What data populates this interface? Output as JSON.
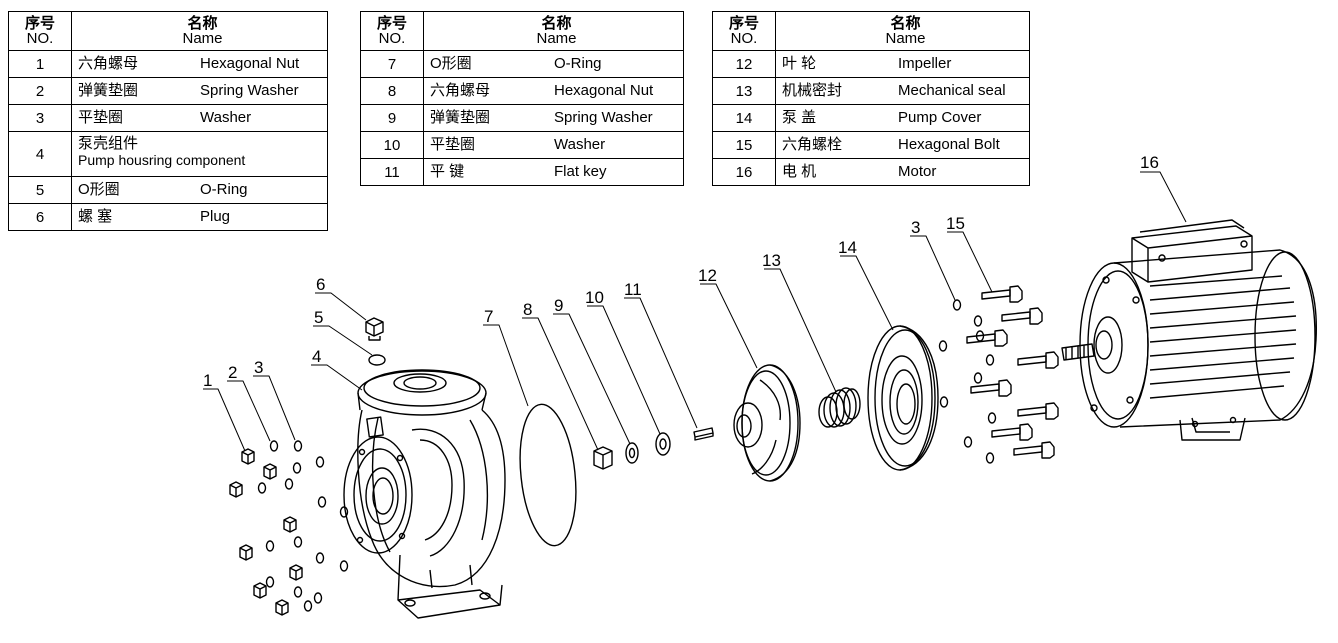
{
  "header": {
    "no_zh": "序号",
    "no_en": "NO.",
    "name_zh": "名称",
    "name_en": "Name"
  },
  "tables": [
    {
      "rows": [
        {
          "no": "1",
          "zh": "六角螺母",
          "en": "Hexagonal Nut"
        },
        {
          "no": "2",
          "zh": "弹簧垫圈",
          "en": "Spring Washer"
        },
        {
          "no": "3",
          "zh": "平垫圈",
          "en": "Washer"
        },
        {
          "no": "4",
          "zh": "泵壳组件",
          "en": "Pump housring component"
        },
        {
          "no": "5",
          "zh": "O形圈",
          "en": "O-Ring"
        },
        {
          "no": "6",
          "zh": "螺 塞",
          "en": "Plug"
        }
      ]
    },
    {
      "rows": [
        {
          "no": "7",
          "zh": "O形圈",
          "en": "O-Ring"
        },
        {
          "no": "8",
          "zh": "六角螺母",
          "en": "Hexagonal Nut"
        },
        {
          "no": "9",
          "zh": "弹簧垫圈",
          "en": "Spring Washer"
        },
        {
          "no": "10",
          "zh": "平垫圈",
          "en": "Washer"
        },
        {
          "no": "11",
          "zh": "平 键",
          "en": "Flat key"
        }
      ]
    },
    {
      "rows": [
        {
          "no": "12",
          "zh": "叶 轮",
          "en": "Impeller"
        },
        {
          "no": "13",
          "zh": "机械密封",
          "en": "Mechanical seal"
        },
        {
          "no": "14",
          "zh": "泵 盖",
          "en": "Pump Cover"
        },
        {
          "no": "15",
          "zh": "六角螺栓",
          "en": "Hexagonal Bolt"
        },
        {
          "no": "16",
          "zh": "电 机",
          "en": "Motor"
        }
      ]
    }
  ],
  "callouts": [
    "1",
    "2",
    "3",
    "4",
    "5",
    "6",
    "7",
    "8",
    "9",
    "10",
    "11",
    "12",
    "13",
    "14",
    "3",
    "15",
    "16"
  ]
}
